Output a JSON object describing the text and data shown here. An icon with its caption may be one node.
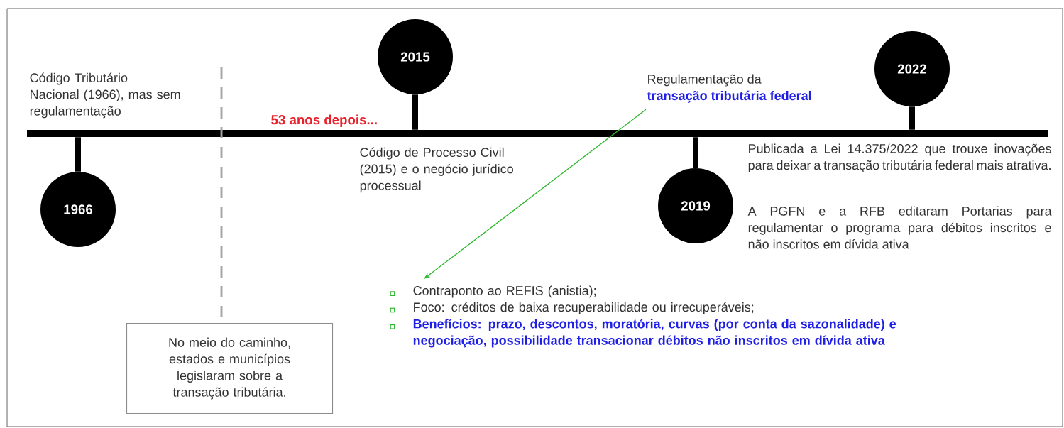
{
  "diagram": {
    "nodes": [
      {
        "text": [
          "1966"
        ]
      },
      {
        "text": [
          "2015"
        ]
      },
      {
        "text": [
          "2019"
        ]
      },
      {
        "text": [
          "2022"
        ]
      },
      {
        "text": [
          "Regulamentação da",
          "transação tributária federal"
        ]
      },
      {
        "text": [
          "Contraponto ao REFIS (anistia);",
          "Foco: créditos de baixa recuperabilidade ou irrecuperáveis;",
          "Benefícios: prazo, descontos, moratória, curvas (por conta da sazonalidade) e negociação, possibilidade transacionar débitos não inscritos em dívida ativa"
        ]
      },
      {
        "text": [
          "No meio do caminho, estados e municípios legislaram sobre a transação tributária."
        ]
      },
      {
        "text": [],
        "shape": "bar"
      }
    ],
    "edges": [
      {
        "from": 4,
        "to": 5,
        "arrow": "to",
        "color": "#2db82d"
      },
      {
        "from": null,
        "to": 6,
        "arrow": "none",
        "style": "dashed",
        "color": "#a6a6a6"
      },
      {
        "from": 7,
        "to": 0,
        "arrow": "none"
      },
      {
        "from": 7,
        "to": 1,
        "arrow": "none"
      },
      {
        "from": 7,
        "to": 2,
        "arrow": "none"
      },
      {
        "from": 7,
        "to": 3,
        "arrow": "none"
      }
    ],
    "labels": [
      "Código Tributário Nacional (1966), mas sem regulamentação",
      "53 anos depois...",
      "Código de Processo Civil (2015) e o negócio jurídico processual",
      "Publicada a Lei 14.375/2022 que trouxe inovações para deixar a transação tributária federal mais atrativa.",
      "A PGFN e a RFB editaram Portarias para regulamentar o programa para débitos inscritos e não inscritos em dívida ativa"
    ]
  }
}
